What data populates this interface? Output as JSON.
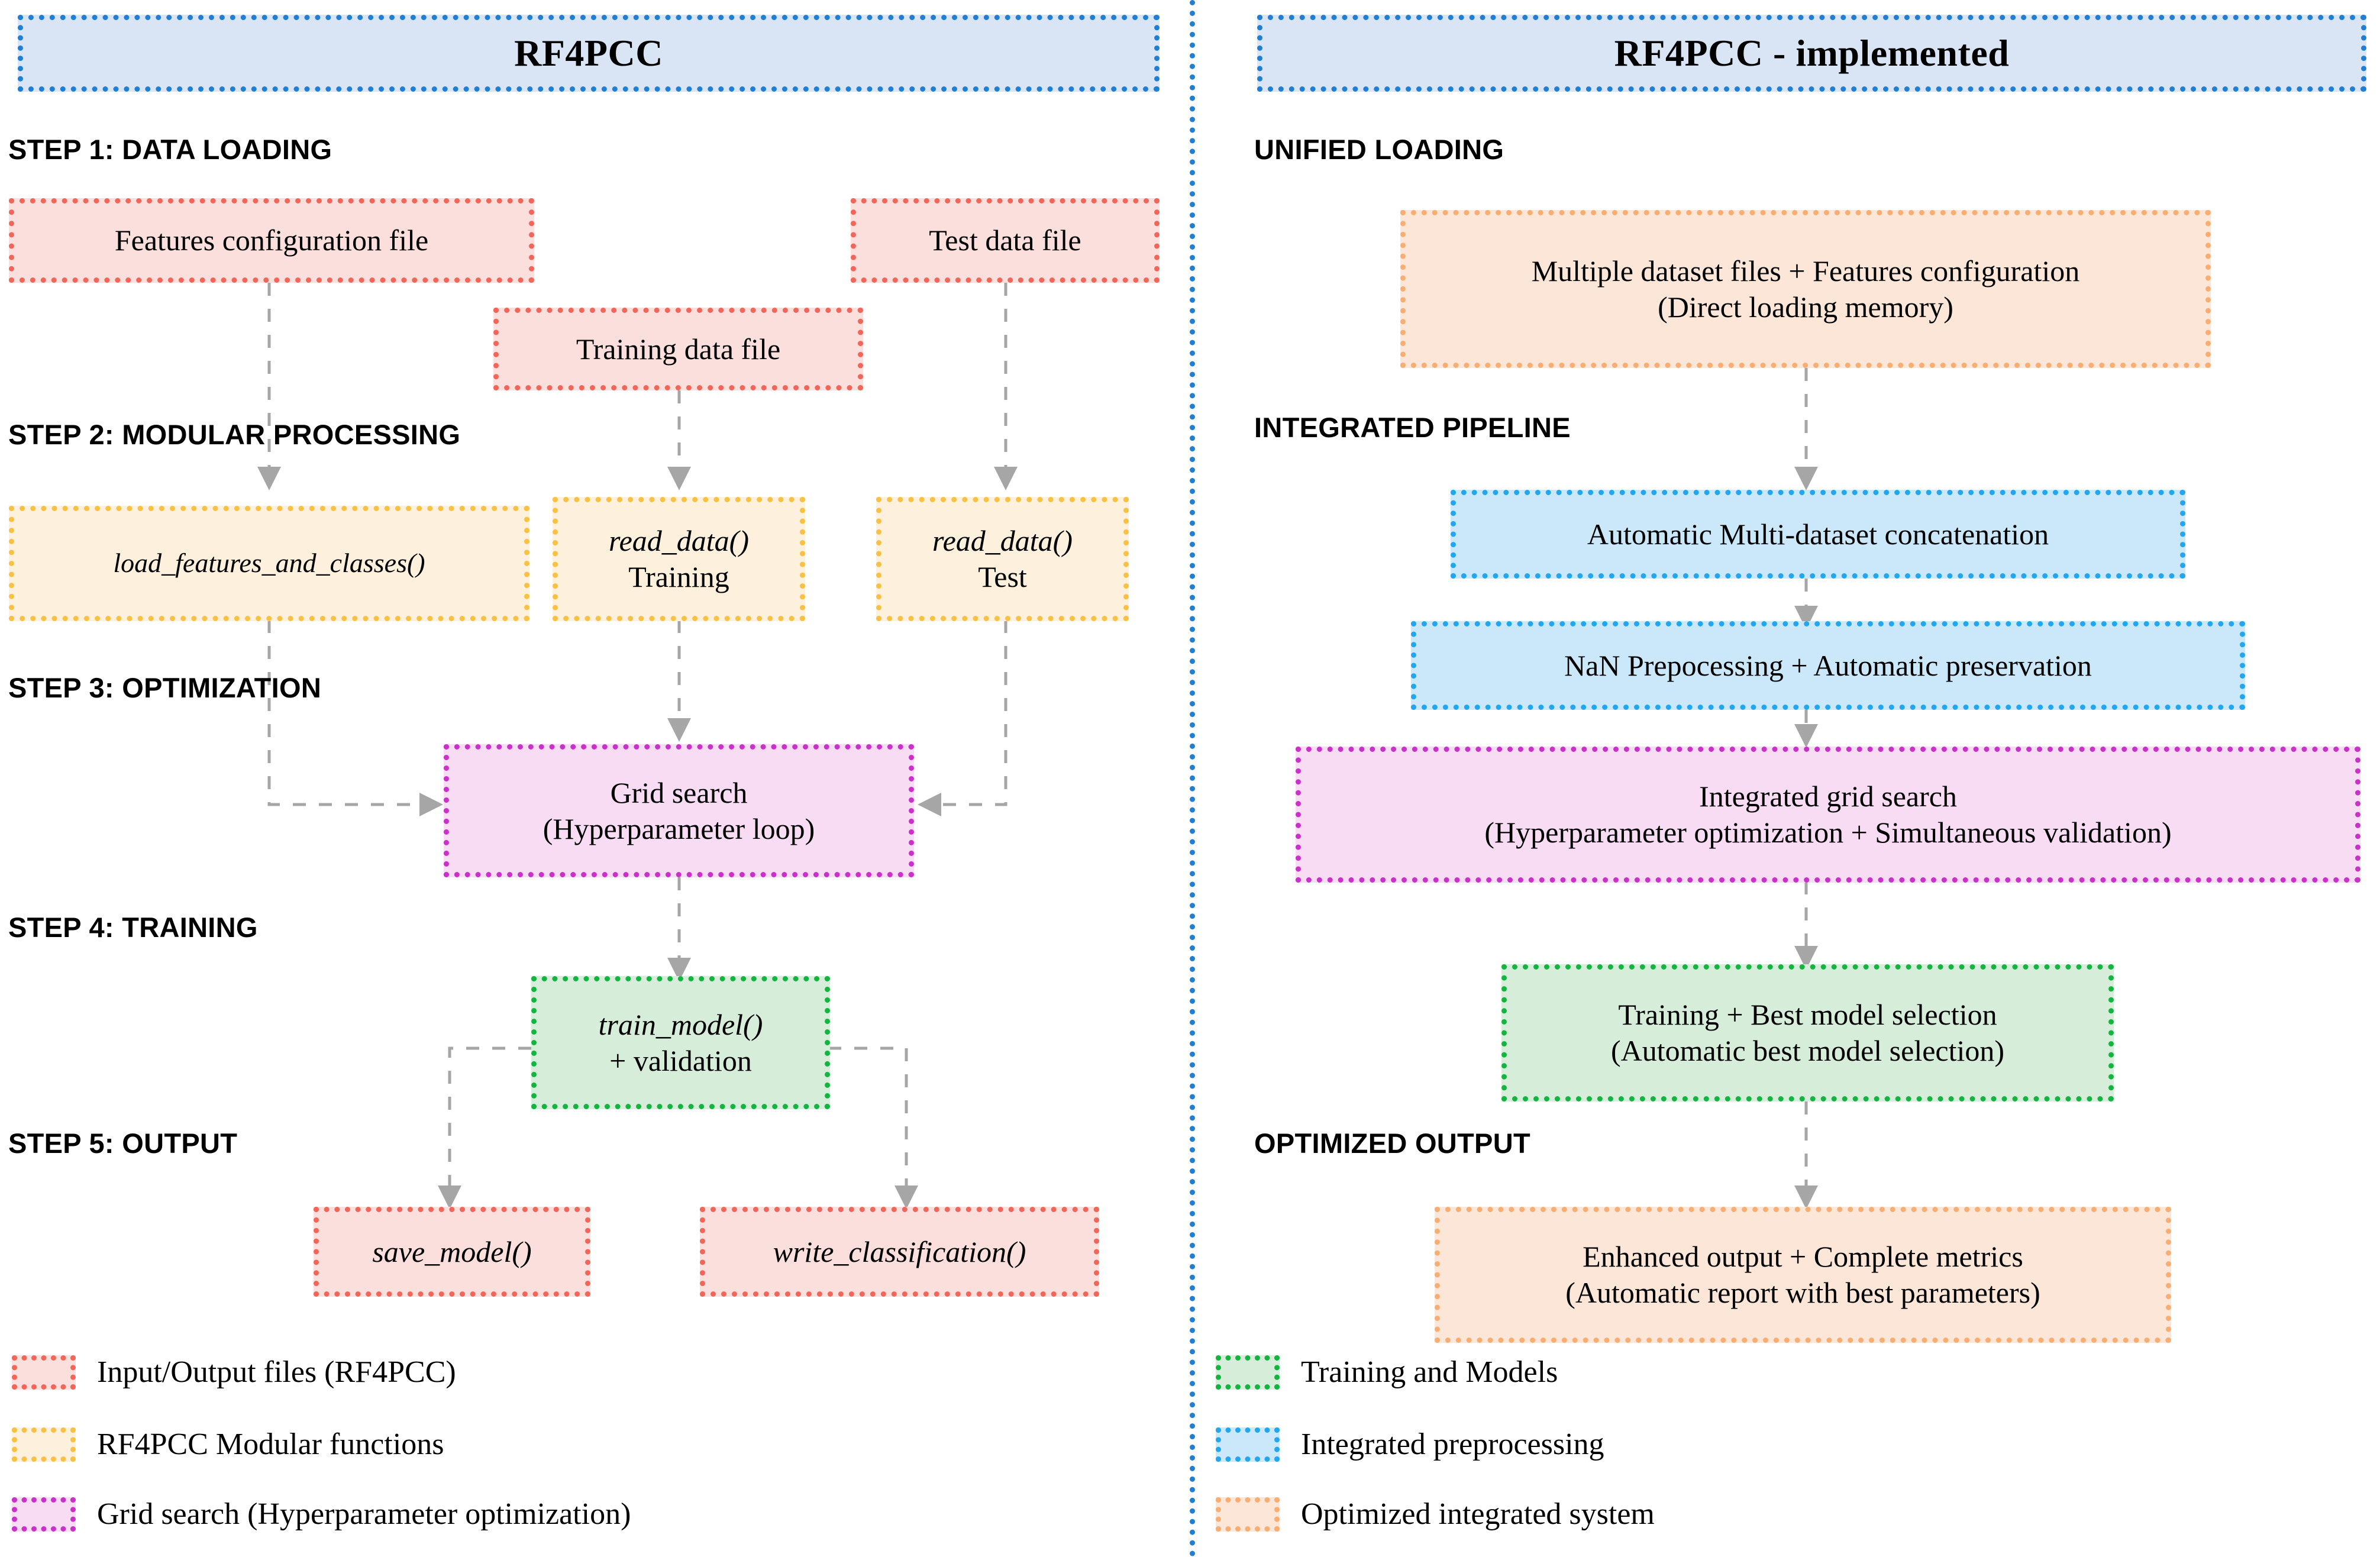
{
  "colors": {
    "title_fill": "#d9e5f5",
    "title_border": "#1f7fd4",
    "divider": "#1f7fd4",
    "red_fill": "#fbdfdc",
    "red_border": "#f2665a",
    "yellow_fill": "#fdf0dd",
    "yellow_border": "#f8c144",
    "purple_fill": "#f7dcf4",
    "purple_border": "#c931c9",
    "green_fill": "#d6edd9",
    "green_border": "#14b440",
    "blue_fill": "#cbe8fa",
    "blue_border": "#22a6f0",
    "orange_fill": "#fbe6d8",
    "orange_border": "#f8ae72",
    "arrow": "#a6a6a6"
  },
  "left_panel": {
    "title": "RF4PCC",
    "steps": [
      {
        "label": "STEP 1: DATA LOADING"
      },
      {
        "label": "STEP 2: MODULAR PROCESSING"
      },
      {
        "label": "STEP 3: OPTIMIZATION"
      },
      {
        "label": "STEP 4: TRAINING"
      },
      {
        "label": "STEP 5: OUTPUT"
      }
    ],
    "nodes": {
      "features_config": "Features configuration file",
      "test_data": "Test data file",
      "training_data": "Training data file",
      "load_features": "load_features_and_classes()",
      "read_data_training_l1": "read_data()",
      "read_data_training_l2": "Training",
      "read_data_test_l1": "read_data()",
      "read_data_test_l2": "Test",
      "grid_search_l1": "Grid search",
      "grid_search_l2": "(Hyperparameter loop)",
      "train_model_l1": "train_model()",
      "train_model_l2": "+ validation",
      "save_model": "save_model()",
      "write_classification": "write_classification()"
    },
    "legend": [
      {
        "color": "red",
        "label": "Input/Output files (RF4PCC)"
      },
      {
        "color": "yellow",
        "label": "RF4PCC Modular functions"
      },
      {
        "color": "purple",
        "label": "Grid search (Hyperparameter optimization)"
      }
    ]
  },
  "right_panel": {
    "title": "RF4PCC - implemented",
    "steps": [
      {
        "label": "UNIFIED LOADING"
      },
      {
        "label": "INTEGRATED PIPELINE"
      },
      {
        "label": "OPTIMIZED OUTPUT"
      }
    ],
    "nodes": {
      "multiple_dataset_l1": "Multiple dataset files + Features configuration",
      "multiple_dataset_l2": "(Direct loading memory)",
      "concatenation": "Automatic Multi-dataset concatenation",
      "nan_prepocessing": "NaN Prepocessing + Automatic preservation",
      "integrated_grid_l1": "Integrated grid search",
      "integrated_grid_l2": "(Hyperparameter optimization + Simultaneous validation)",
      "training_best_l1": "Training + Best model selection",
      "training_best_l2": "(Automatic best model selection)",
      "enhanced_output_l1": "Enhanced output + Complete metrics",
      "enhanced_output_l2": "(Automatic report with best parameters)"
    },
    "legend": [
      {
        "color": "green",
        "label": "Training and Models"
      },
      {
        "color": "blue",
        "label": "Integrated preprocessing"
      },
      {
        "color": "orange",
        "label": "Optimized integrated system"
      }
    ]
  }
}
